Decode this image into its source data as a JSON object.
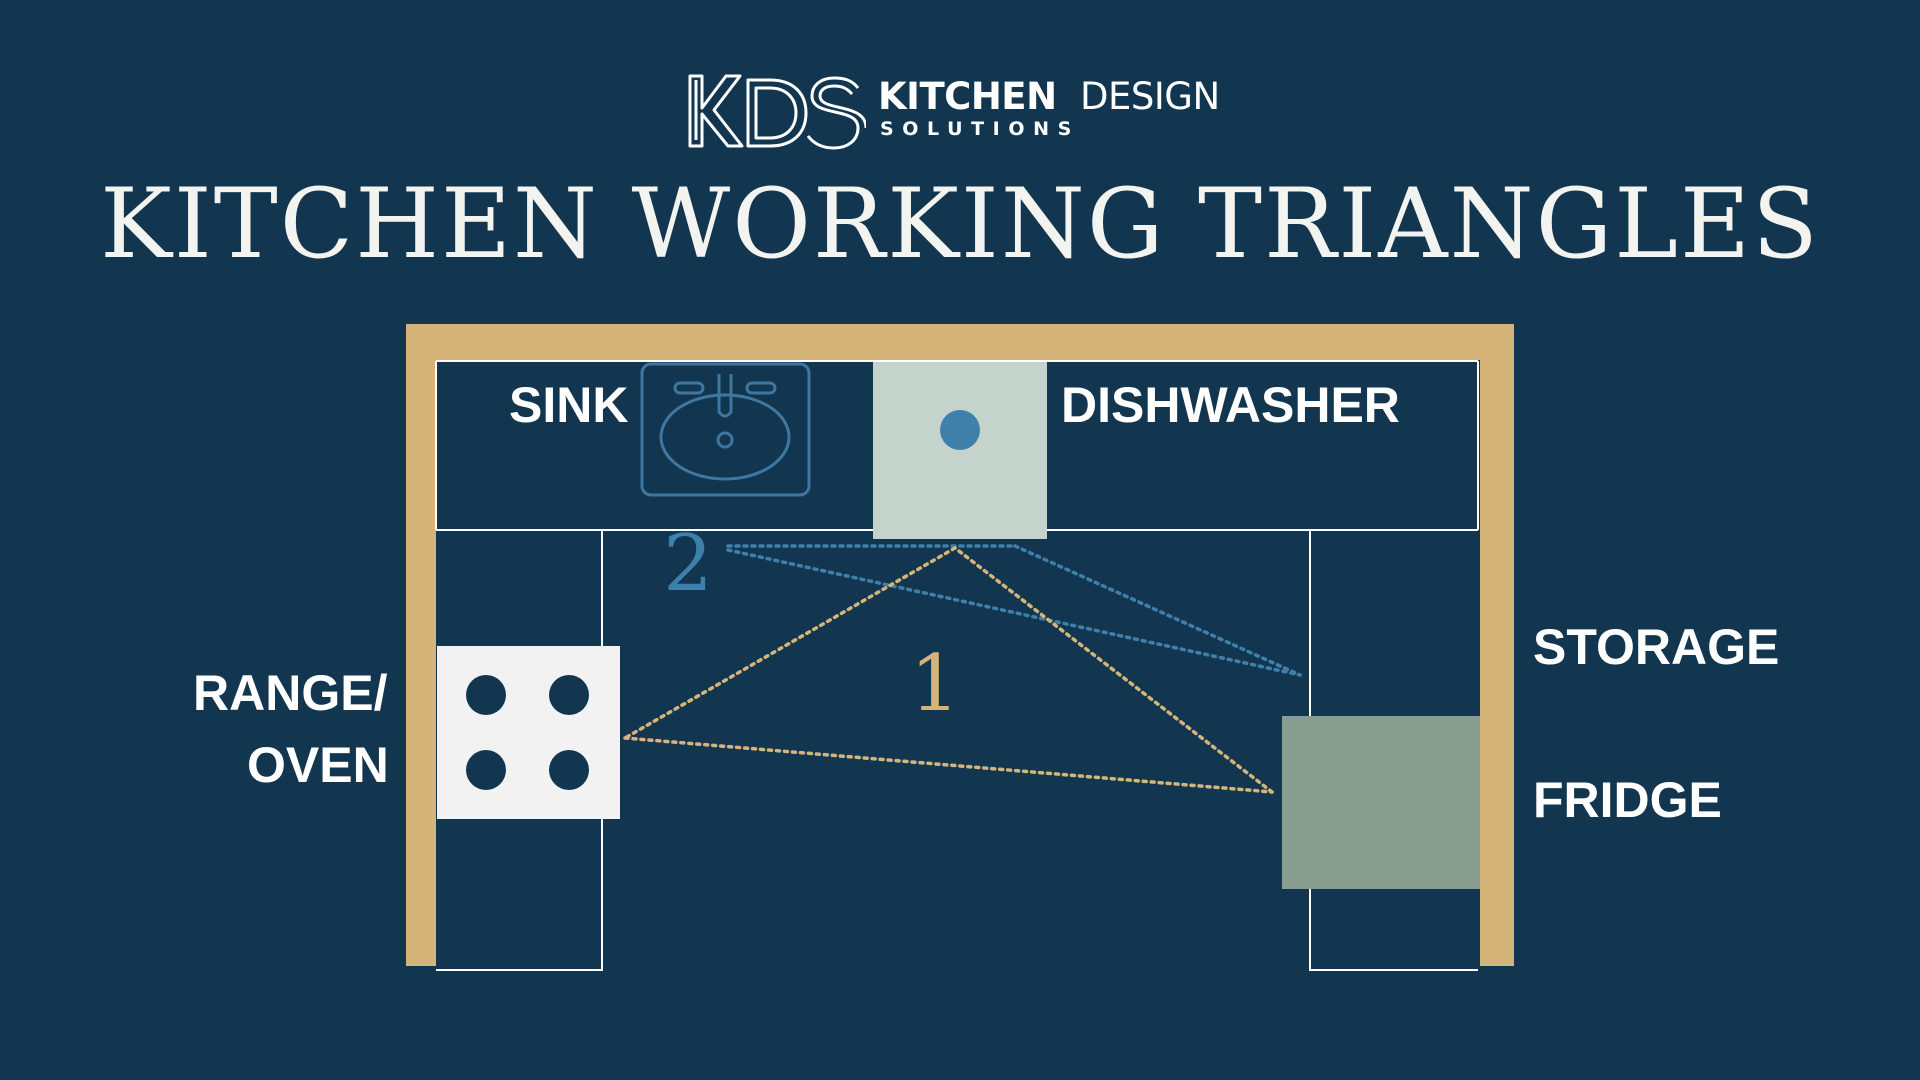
{
  "brand": {
    "mark": "KDS",
    "name_bold": "KITCHEN",
    "name_light": "DESIGN",
    "tagline": "SOLUTIONS"
  },
  "title": "KITCHEN WORKING TRIANGLES",
  "labels": {
    "sink": "SINK",
    "dishwasher": "DISHWASHER",
    "range_line1": "RANGE/",
    "range_line2": "OVEN",
    "storage": "STORAGE",
    "fridge": "FRIDGE"
  },
  "triangles": {
    "one": "1",
    "two": "2"
  },
  "colors": {
    "background": "#12364f",
    "wall": "#d4b478",
    "outline": "#ffffff",
    "sink_icon": "#3f77a0",
    "dishwasher": "#c5d3cd",
    "dishwasher_dot": "#3f80ab",
    "range": "#f2f2f2",
    "fridge": "#879d8f",
    "triangle_1": "#d4b478",
    "triangle_2": "#3f80ab"
  },
  "icons": {
    "sink": "sink-icon",
    "dishwasher": "dishwasher-icon",
    "range": "range-burners-icon",
    "fridge": "fridge-icon"
  }
}
